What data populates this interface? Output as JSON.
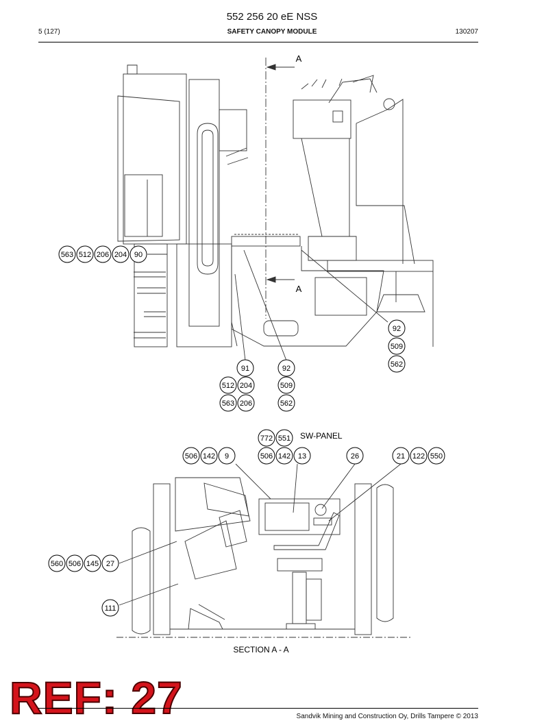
{
  "header": {
    "doc_number": "552 256 20 eE NSS",
    "page": "5 (127)",
    "module": "SAFETY CANOPY MODULE",
    "code": "130207"
  },
  "section_marker": "A",
  "view_labels": {
    "sw_panel": "SW-PANEL",
    "section": "SECTION A - A"
  },
  "callouts_top": {
    "left_group": [
      "563",
      "512",
      "206",
      "204",
      "90"
    ],
    "right_stack": [
      "92",
      "509",
      "562"
    ],
    "bottom_a": [
      "91",
      "512",
      "204",
      "563",
      "206"
    ],
    "bottom_b": [
      "92",
      "509",
      "562"
    ]
  },
  "callouts_bottom": {
    "group_9": [
      "506",
      "142",
      "9"
    ],
    "group_panel_top": [
      "772",
      "551"
    ],
    "group_13": [
      "506",
      "142",
      "13"
    ],
    "single_26": "26",
    "group_21": [
      "21",
      "122",
      "550"
    ],
    "group_27": [
      "560",
      "506",
      "145",
      "27"
    ],
    "single_111": "111"
  },
  "stamp": "REF: 27",
  "footer": "Sandvik Mining and Construction Oy, Drills Tampere © 2013"
}
